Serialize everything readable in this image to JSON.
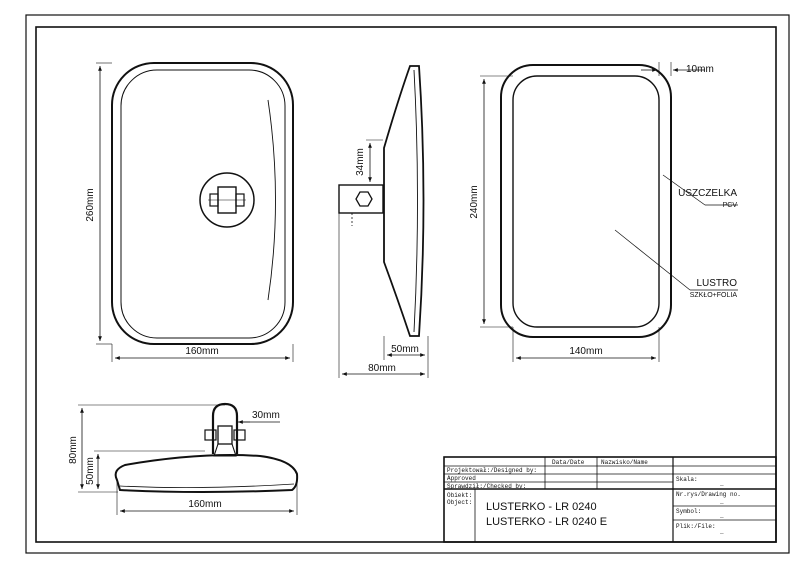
{
  "dims": {
    "front_height": "260mm",
    "front_width": "160mm",
    "side_top": "34mm",
    "side_depth": "50mm",
    "side_total": "80mm",
    "top_width": "10mm",
    "back_height": "240mm",
    "back_width": "140mm",
    "bottom_total_h": "80mm",
    "bottom_h": "50mm",
    "bottom_clamp": "30mm",
    "bottom_width": "160mm"
  },
  "callouts": {
    "gasket": "USZCZELKA",
    "gasket_sub": "PCV",
    "mirror": "LUSTRO",
    "mirror_sub": "SZKŁO+FOLIA"
  },
  "title_block": {
    "col_date": "Data/Date",
    "col_name": "Nazwisko/Name",
    "designed_by": "Projektował:/Designed by:",
    "approved": "Approved",
    "checked_by": "Sprawdził:/Checked by:",
    "object_label_1": "Obiekt:",
    "object_label_2": "Object:",
    "object_line_1": "LUSTERKO - LR 0240",
    "object_line_2": "LUSTERKO - LR 0240 E",
    "scale": "Skala:",
    "scale_val": "_",
    "drawing_no": "Nr.rys/Drawing no.",
    "drawing_no_val": "_",
    "symbol": "Symbol:",
    "symbol_val": "_",
    "file": "Plik:/File:",
    "file_val": "_"
  }
}
